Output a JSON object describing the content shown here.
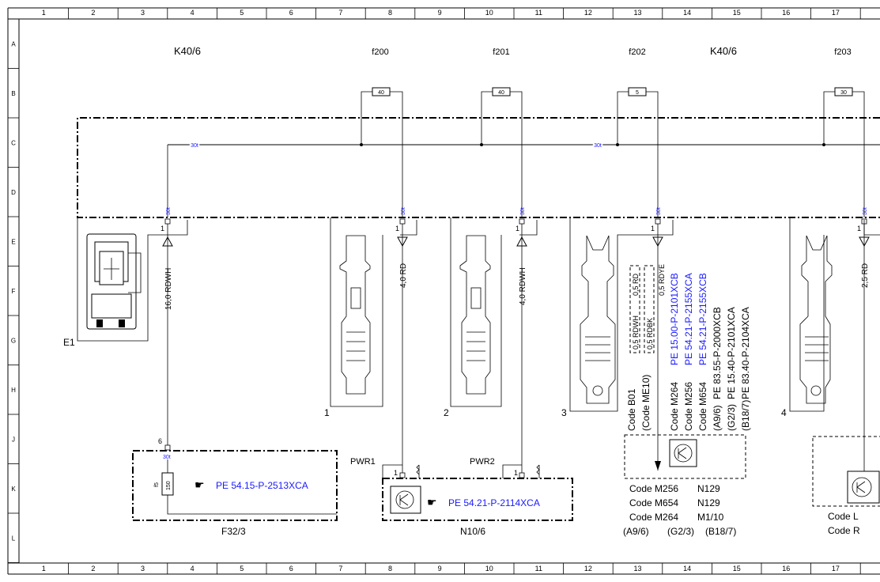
{
  "frame": {
    "columns": [
      "1",
      "2",
      "3",
      "4",
      "5",
      "6",
      "7",
      "8",
      "9",
      "10",
      "11",
      "12",
      "13",
      "14",
      "15",
      "16",
      "17"
    ],
    "rows": [
      "A",
      "B",
      "C",
      "D",
      "E",
      "F",
      "G",
      "H",
      "J",
      "K",
      "L"
    ]
  },
  "headers": {
    "k40_left": "K40/6",
    "f200": "f200",
    "f201": "f201",
    "f202": "f202",
    "k40_right": "K40/6",
    "f203": "f203"
  },
  "fuses": {
    "f200": "40",
    "f201": "40",
    "f202": "5",
    "f203": "30"
  },
  "bus": {
    "label_a": "30t",
    "label_b": "30t"
  },
  "pins": {
    "p30t": "30t",
    "pin1": "1",
    "pin6": "6"
  },
  "wires": {
    "w1": "16,0 RDWH",
    "w2": "4,0 RD",
    "w3": "4,0 RDWH",
    "w4": "2,5 RD",
    "w5a": "0,5 RDWH",
    "w5b": "0,5 RD",
    "w5c": "0,5 RDBK",
    "w5d": "0,5 RDYE"
  },
  "items": {
    "e1": "E1",
    "n1": "1",
    "n2": "2",
    "n3": "3",
    "n4": "4"
  },
  "refs": {
    "r1": "PE 15.00-P-2101XCB",
    "r2": "PE 54.21-P-2155XCA",
    "r3": "PE 54.21-P-2155XCB",
    "r4": "PE 83.55-P-2000XCB",
    "r5": "PE 15.40-P-2101XCA",
    "r6": "PE 83.40-P-2104XCA"
  },
  "codes": {
    "b01": "Code B01",
    "me10": "(Code ME10)",
    "m264": "Code M264",
    "m256": "Code M256",
    "m654": "Code M654",
    "a96": "(A9/6)",
    "g23": "(G2/3)",
    "b187": "(B18/7)"
  },
  "f32": {
    "ref": "PE 54.15-P-2513XCA",
    "name": "F32/3",
    "fuse_label": "f5",
    "fuse_value": "150"
  },
  "n10": {
    "ref": "PE 54.21-P-2114XCA",
    "name": "N10/6",
    "pwr1": "PWR1",
    "pwr2": "PWR2"
  },
  "table": {
    "r1c1": "Code M256",
    "r1c2": "N129",
    "r2c1": "Code M654",
    "r2c2": "N129",
    "r3c1": "Code M264",
    "r3c2": "M1/10",
    "r4c1": "(A9/6)",
    "r4c2": "(G2/3)",
    "r4c3": "(B18/7)"
  },
  "right": {
    "l1": "Code L",
    "l2": "Code R"
  },
  "colors": {
    "line": "#000000",
    "reference_link": "#1a1aff"
  }
}
